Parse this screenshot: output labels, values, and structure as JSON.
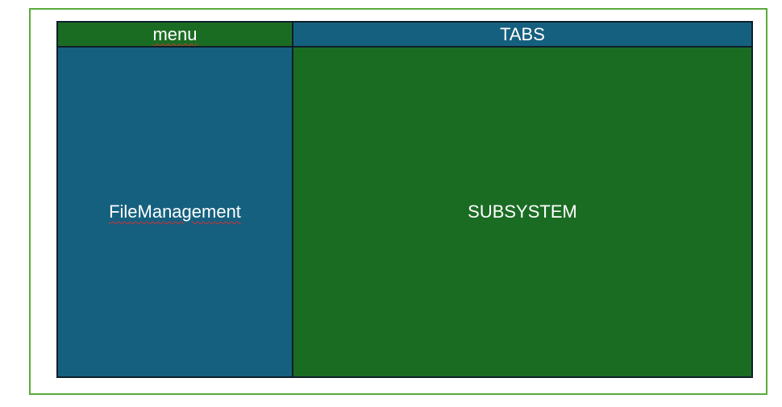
{
  "diagram": {
    "header": {
      "left_label": "menu",
      "right_label": "TABS"
    },
    "body": {
      "left_label": "FileManagement",
      "right_label": "SUBSYSTEM"
    }
  },
  "colors": {
    "green_block": "#1b6c23",
    "blue_block": "#16607f",
    "outer_border": "#5aaa3a",
    "block_border": "#0d1f2a",
    "text": "#ffffff",
    "spellcheck_underline": "#d23030"
  }
}
